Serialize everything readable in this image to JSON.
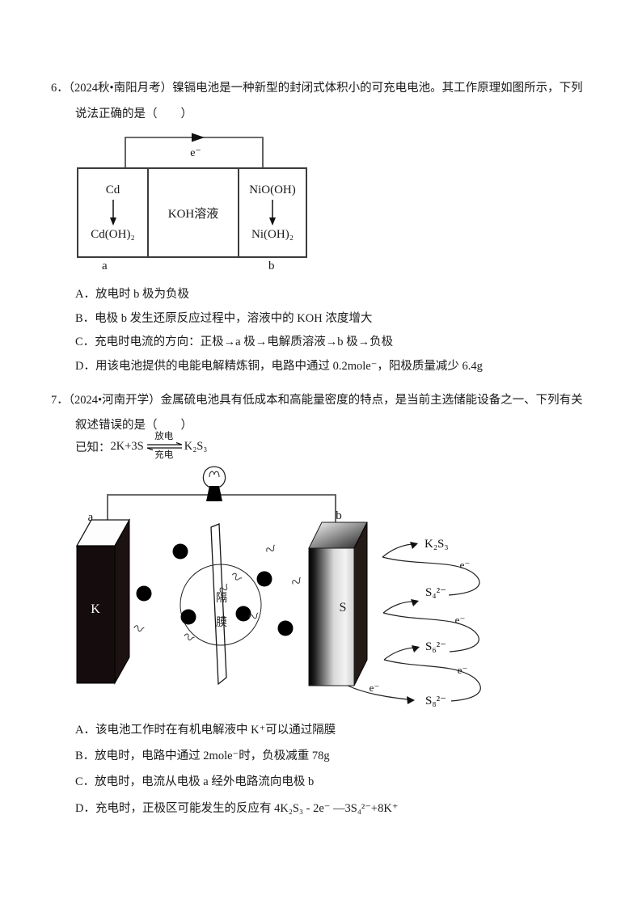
{
  "q6": {
    "number": "6．",
    "stem_line1": "（2024秋•南阳月考）镍镉电池是一种新型的封闭式体积小的可充电电池。其工作原理如图所示，下列",
    "stem_line2": "说法正确的是（　　）",
    "diagram": {
      "electron": "e⁻",
      "cell_left_top": "Cd",
      "cell_left_bottom": "Cd(OH)₂",
      "cell_mid": "KOH溶液",
      "cell_right_top": "NiO(OH)",
      "cell_right_bottom": "Ni(OH)₂",
      "label_a": "a",
      "label_b": "b"
    },
    "options": [
      {
        "label": "A．",
        "text": "放电时 b 极为负极"
      },
      {
        "label": "B．",
        "text": "电极 b 发生还原反应过程中，溶液中的 KOH 浓度增大"
      },
      {
        "label": "C．",
        "text": "充电时电流的方向：正极→a 极→电解质溶液→b 极→负极"
      },
      {
        "label": "D．",
        "text": "用该电池提供的电能电解精炼铜，电路中通过 0.2mole⁻，阳极质量减少 6.4g"
      }
    ]
  },
  "q7": {
    "number": "7．",
    "stem_line1": "（2024•河南开学）金属硫电池具有低成本和高能量密度的特点，是当前主选储能设备之一、下列有关",
    "stem_line2": "叙述错误的是（　　）",
    "known": {
      "prefix": "已知：",
      "left": "2K+3S",
      "over": "放电",
      "under": "充电",
      "right": "K₂S₃"
    },
    "diagram": {
      "label_a": "a",
      "label_b": "b",
      "electrode_left": "K",
      "electrode_right": "S",
      "separator_char1": "隔",
      "separator_char2": "膜",
      "electron": "e⁻",
      "species": [
        "K₂S₃",
        "S₄²⁻",
        "S₆²⁻",
        "S₈²⁻"
      ]
    },
    "options": [
      {
        "label": "A．",
        "text": "该电池工作时在有机电解液中 K⁺可以通过隔膜"
      },
      {
        "label": "B．",
        "text": "放电时，电路中通过 2mole⁻时，负极减重 78g"
      },
      {
        "label": "C．",
        "text": "放电时，电流从电极 a 经外电路流向电极 b"
      },
      {
        "label": "D．",
        "text": "充电时，正极区可能发生的反应有 4K₂S₃ - 2e⁻ —3S₄²⁻+8K⁺"
      }
    ]
  }
}
